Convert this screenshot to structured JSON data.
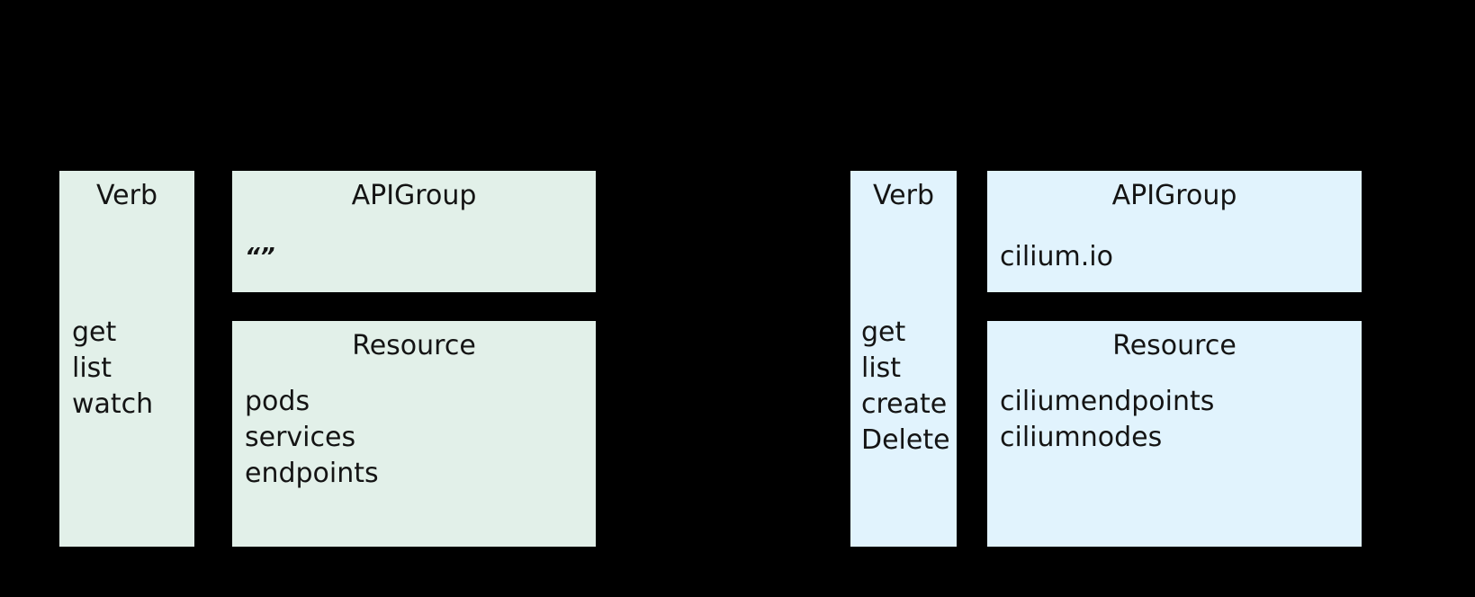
{
  "background_color": "#000000",
  "clusters": [
    {
      "id": "left",
      "fill_color": "#e2f0e9",
      "text_color": "#141414",
      "verb": {
        "title": "Verb",
        "items": [
          "get",
          "list",
          "watch"
        ]
      },
      "apigroup": {
        "title": "APIGroup",
        "items": [
          "“”"
        ]
      },
      "resource": {
        "title": "Resource",
        "items": [
          "pods",
          "services",
          "endpoints"
        ]
      }
    },
    {
      "id": "right",
      "fill_color": "#e1f3fd",
      "text_color": "#141414",
      "verb": {
        "title": "Verb",
        "items": [
          "get",
          "list",
          "create",
          "Delete"
        ]
      },
      "apigroup": {
        "title": "APIGroup",
        "items": [
          "cilium.io"
        ]
      },
      "resource": {
        "title": "Resource",
        "items": [
          "ciliumendpoints",
          "ciliumnodes"
        ]
      }
    }
  ]
}
